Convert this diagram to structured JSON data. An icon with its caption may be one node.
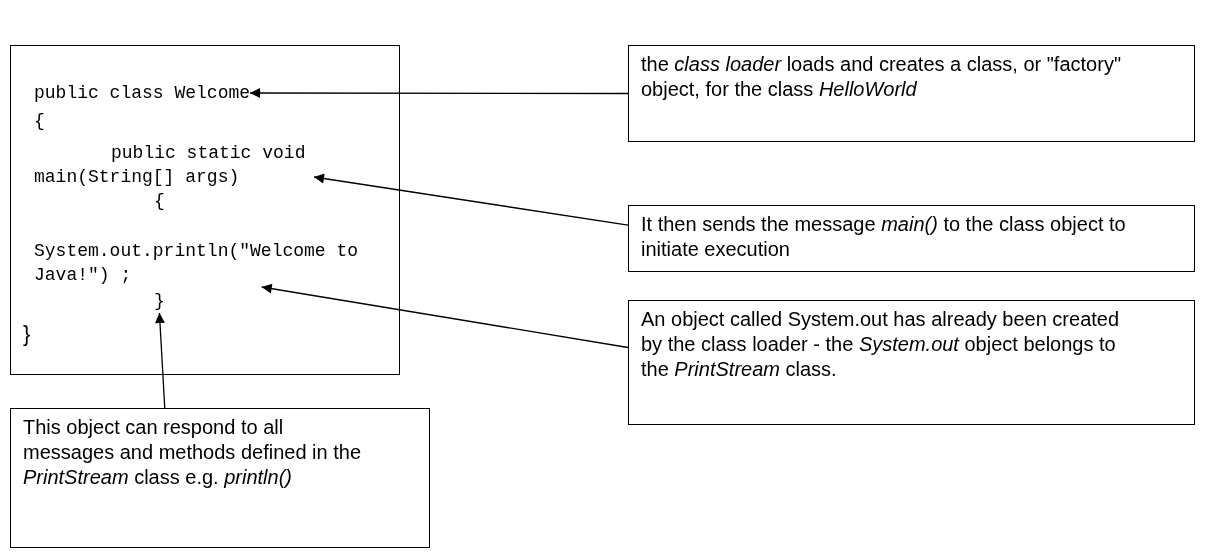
{
  "diagram": {
    "nodes": [
      {
        "text": [],
        "shape": "box"
      },
      {
        "text": [
          "public class Welcome"
        ],
        "in": 0
      },
      {
        "text": [
          "{"
        ],
        "in": 0
      },
      {
        "text": [
          "public static void main(String[] args)"
        ],
        "in": 0
      },
      {
        "text": [
          "{"
        ],
        "in": 0
      },
      {
        "text": [
          "System.out.println(\"Welcome to Java!\") ;"
        ],
        "in": 0
      },
      {
        "text": [
          "}"
        ],
        "in": 0
      },
      {
        "text": [
          "}"
        ],
        "in": 0
      },
      {
        "text": [
          "the *class loader* loads and creates a class, or \"factory\" object, for the class *HelloWorld*"
        ]
      },
      {
        "text": [
          "It then sends the message *main()* to the class object to initiate execution"
        ]
      },
      {
        "text": [
          "An object called System.out has already been created by the class loader - the *System.out* object belongs to the *PrintStream* class."
        ]
      },
      {
        "text": [
          "This object can respond to all messages and methods defined in the *PrintStream* class e.g. *println()*"
        ]
      }
    ],
    "edges": [
      {
        "from": 8,
        "to": 1,
        "arrow": "to"
      },
      {
        "from": 9,
        "to": 3,
        "arrow": "to"
      },
      {
        "from": 10,
        "to": 5,
        "arrow": "to"
      },
      {
        "from": 11,
        "to": 6,
        "arrow": "to"
      }
    ]
  }
}
